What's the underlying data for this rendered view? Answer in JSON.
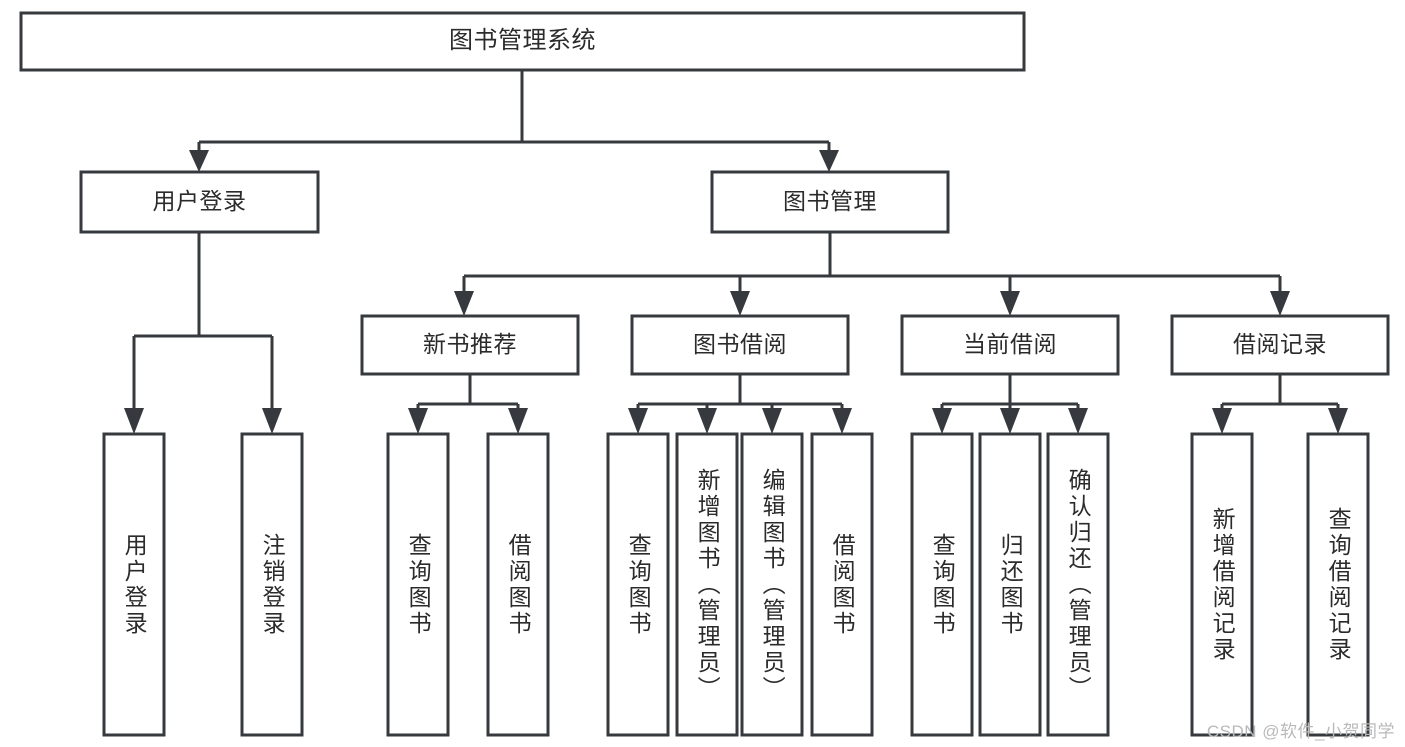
{
  "diagram": {
    "type": "tree",
    "title": "图书管理系统",
    "orientation": "top-down",
    "colors": {
      "box_stroke": "#36393d",
      "box_fill": "#ffffff",
      "connector": "#36393d",
      "text": "#2b2b2b",
      "background": "#ffffff",
      "watermark": "#b9b9b9"
    },
    "root": {
      "label": "图书管理系统"
    },
    "level2": [
      {
        "label": "用户登录"
      },
      {
        "label": "图书管理"
      }
    ],
    "level3": [
      {
        "label": "新书推荐"
      },
      {
        "label": "图书借阅"
      },
      {
        "label": "当前借阅"
      },
      {
        "label": "借阅记录"
      }
    ],
    "leaves": {
      "user_login": [
        {
          "label": "用户登录"
        },
        {
          "label": "注销登录"
        }
      ],
      "new_book_recommend": [
        {
          "label": "查询图书"
        },
        {
          "label": "借阅图书"
        }
      ],
      "book_borrow": [
        {
          "label": "查询图书"
        },
        {
          "label": "新增图书（管理员）"
        },
        {
          "label": "编辑图书（管理员）"
        },
        {
          "label": "借阅图书"
        }
      ],
      "current_borrow": [
        {
          "label": "查询图书"
        },
        {
          "label": "归还图书"
        },
        {
          "label": "确认归还（管理员）"
        }
      ],
      "borrow_records": [
        {
          "label": "新增借阅记录"
        },
        {
          "label": "查询借阅记录"
        }
      ]
    }
  },
  "watermark": {
    "text": "CSDN @软件_小贺同学"
  }
}
